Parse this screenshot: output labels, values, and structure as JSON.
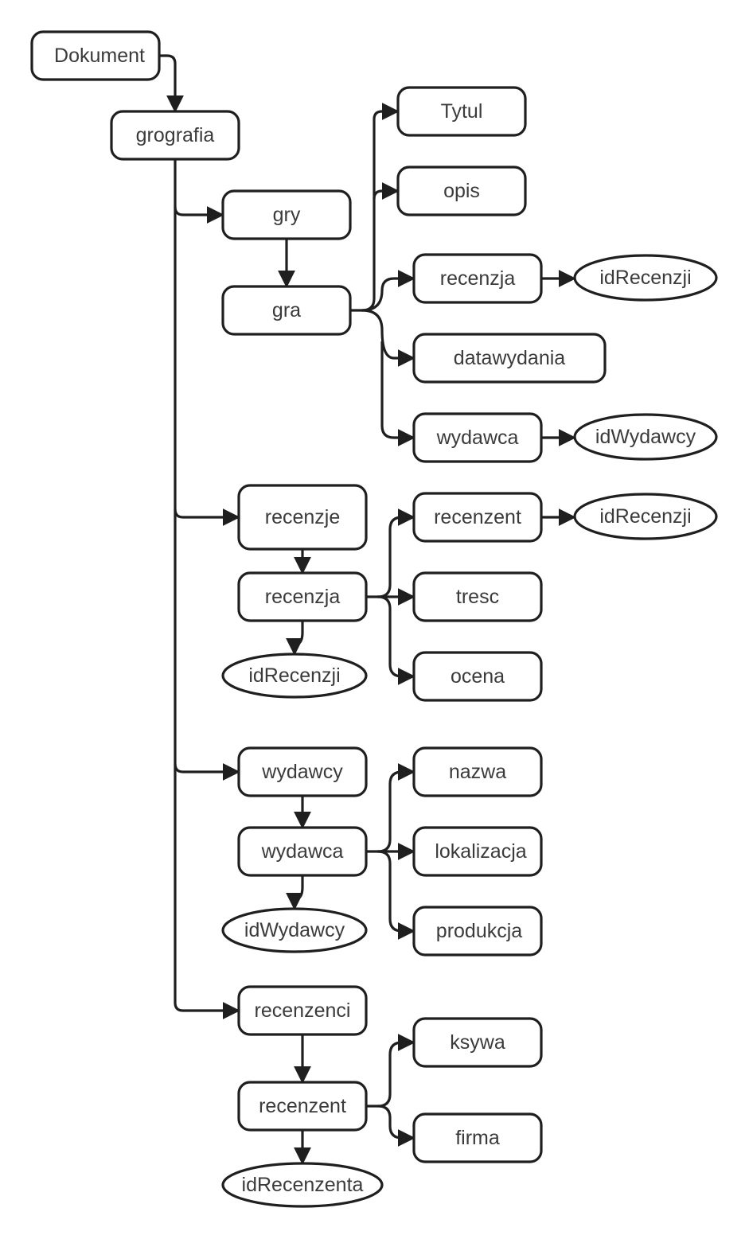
{
  "nodes": {
    "dokument": "Dokument",
    "grografia": "grografia",
    "gry": "gry",
    "gra": "gra",
    "tytul": "Tytul",
    "opis": "opis",
    "gra_recenzja": "recenzja",
    "gra_idrecenzji": "idRecenzji",
    "datawydania": "datawydania",
    "gra_wydawca": "wydawca",
    "gra_idwydawcy": "idWydawcy",
    "recenzje": "recenzje",
    "recenzja": "recenzja",
    "recenzja_idrecenzji": "idRecenzji",
    "recenzja_recenzent": "recenzent",
    "recenzent_idrecenzji": "idRecenzji",
    "tresc": "tresc",
    "ocena": "ocena",
    "wydawcy": "wydawcy",
    "wydawca": "wydawca",
    "wydawca_idwydawcy": "idWydawcy",
    "nazwa": "nazwa",
    "lokalizacja": "lokalizacja",
    "produkcja": "produkcja",
    "recenzenci": "recenzenci",
    "recenzent": "recenzent",
    "idrecenzenta": "idRecenzenta",
    "ksywa": "ksywa",
    "firma": "firma"
  }
}
